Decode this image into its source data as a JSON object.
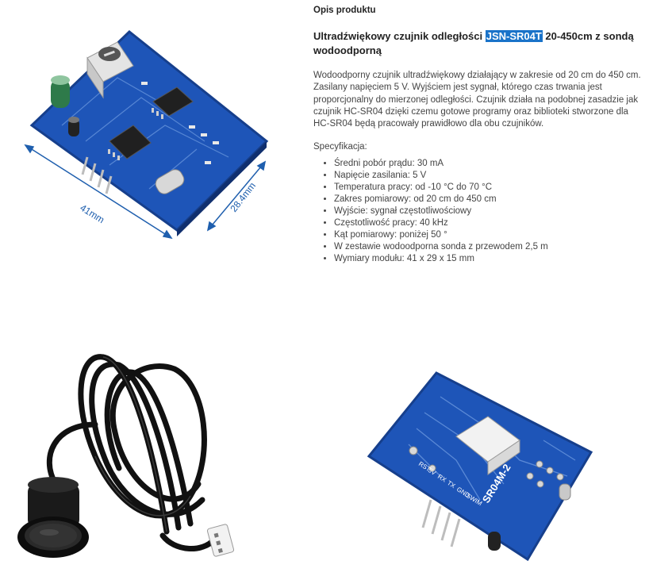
{
  "description": {
    "section_label": "Opis produktu",
    "title_before": "Ultradźwiękowy czujnik odległości ",
    "title_highlight": "JSN-SR04T",
    "title_after": " 20-450cm z sondą wodoodporną",
    "intro": "Wodoodporny czujnik ultradźwiękowy działający w zakresie od 20 cm do 450 cm. Zasilany napięciem 5 V. Wyjściem jest sygnał, którego czas trwania jest proporcjonalny do mierzonej odległości. Czujnik działa na podobnej zasadzie jak czujnik HC-SR04 dzięki czemu  gotowe  programy oraz biblioteki stworzone dla HC-SR04 będą pracowały prawidłowo dla obu czujników.",
    "spec_label": "Specyfikacja:",
    "specs": [
      "Średni pobór prądu: 30 mA",
      "Napięcie zasilania: 5 V",
      "Temperatura pracy: od -10 °C do 70 °C",
      "Zakres pomiarowy: od 20 cm do 450 cm",
      "Wyjście: sygnał częstotliwościowy",
      "Częstotliwość pracy: 40 kHz",
      "Kąt pomiarowy: poniżej 50 °",
      "W zestawie wodoodporna sonda z przewodem 2,5 m",
      "Wymiary modułu: 41 x 29 x 15 mm"
    ]
  },
  "images": {
    "board_dim_width": "41mm",
    "board_dim_height": "28.4mm",
    "back_label": "SR04M-2",
    "back_pins": [
      "RST",
      "5V",
      "RX",
      "TX",
      "GND",
      "SWIM"
    ]
  },
  "colors": {
    "pcb": "#1e55b8",
    "pcb_dark": "#163f8c",
    "highlight": "#1a73c9",
    "dimension": "#1f5fae"
  }
}
